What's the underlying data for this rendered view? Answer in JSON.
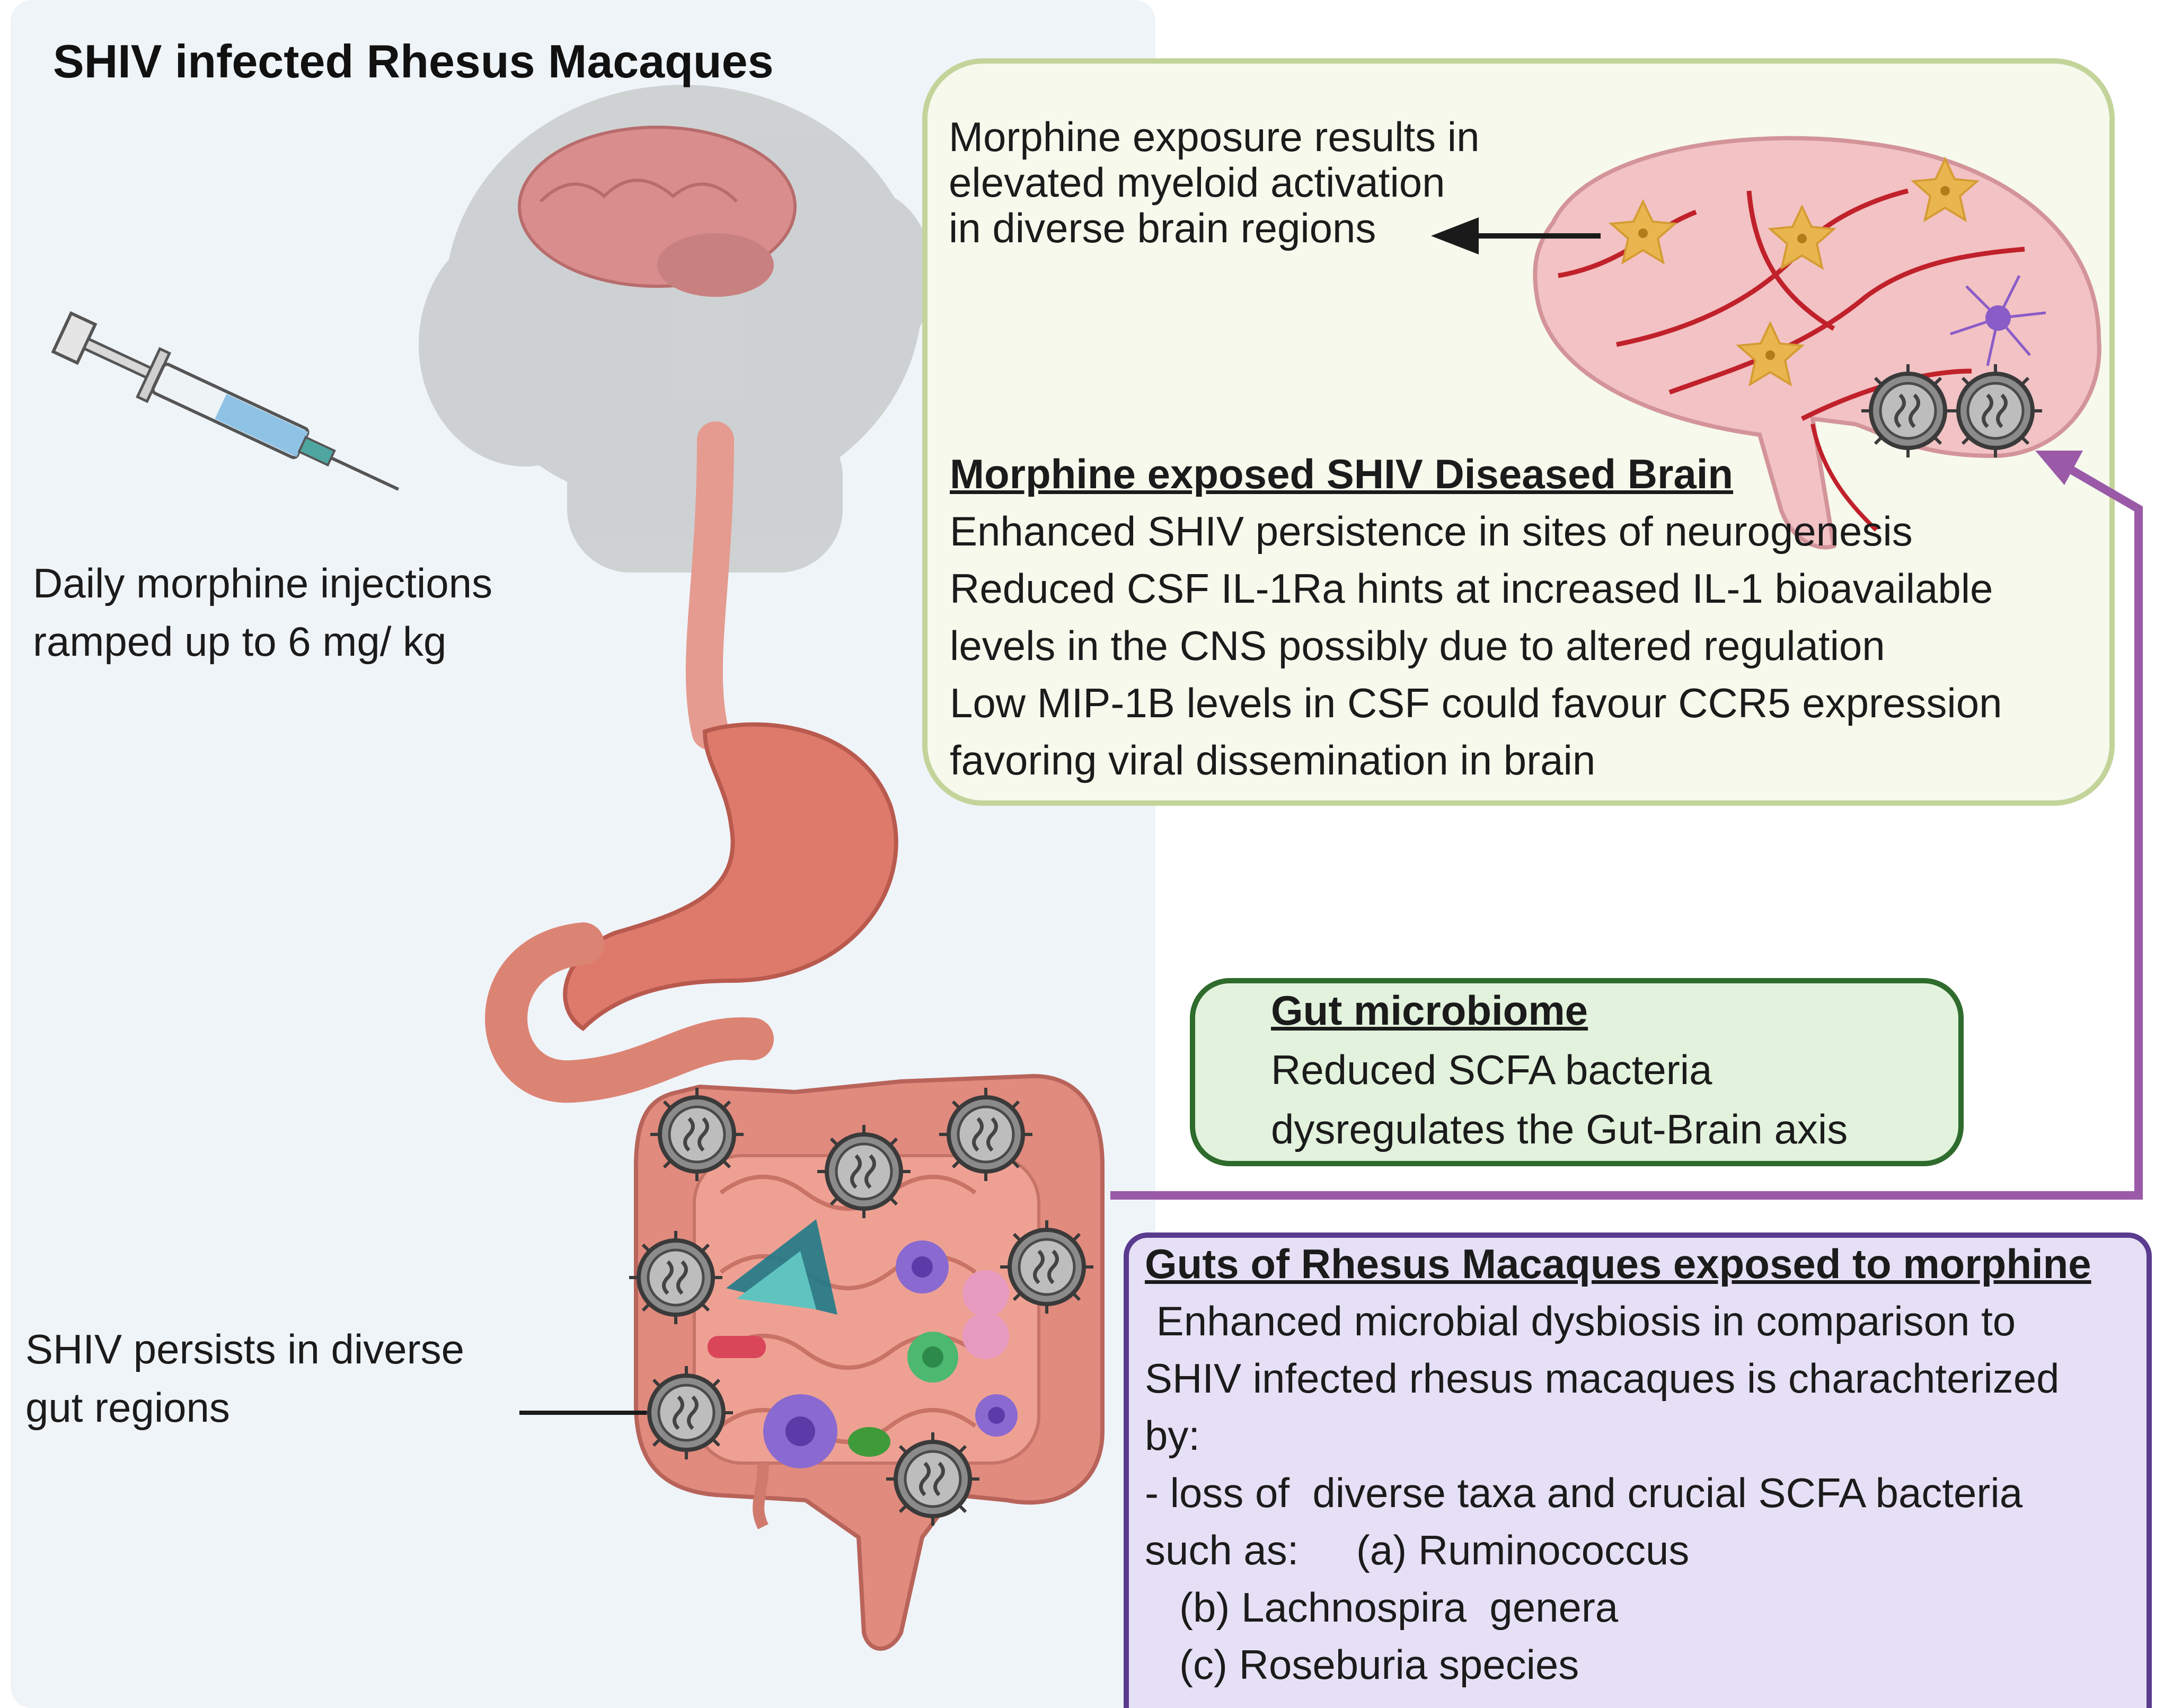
{
  "title": "SHIV infected Rhesus Macaques",
  "injection": {
    "line1": "Daily morphine injections",
    "line2": "ramped up to 6 mg/ kg"
  },
  "gut_note": {
    "line1": "SHIV persists in diverse",
    "line2": "gut regions"
  },
  "activation_note": {
    "lines": [
      "Morphine exposure results in",
      "elevated myeloid activation",
      "in diverse brain regions"
    ]
  },
  "brain_box": {
    "heading": "Morphine exposed SHIV Diseased Brain",
    "lines": [
      "Enhanced SHIV persistence in sites of neurogenesis",
      "Reduced  CSF  IL-1Ra hints at increased IL-1 bioavailable",
      "levels in the CNS possibly  due to altered regulation",
      "Low MIP-1B levels in CSF could  favour CCR5 expression",
      "favoring viral dissemination in brain"
    ]
  },
  "microbiome_box": {
    "heading": "Gut microbiome",
    "lines": [
      "Reduced SCFA bacteria",
      "dysregulates the  Gut-Brain  axis"
    ]
  },
  "gut_box": {
    "heading": "Guts of Rhesus Macaques exposed to morphine",
    "lines": [
      " Enhanced microbial dysbiosis in comparison to",
      "SHIV infected rhesus macaques is charachterized",
      "by:",
      "- loss of  diverse taxa and crucial SCFA bacteria",
      "such as:     (a) Ruminococcus",
      "   (b) Lachnospira  genera",
      "   (c) Roseburia species"
    ]
  },
  "colors": {
    "panel_bg": "#eff4f9",
    "brain_box_border": "#c3d49a",
    "brain_box_fill": "#f6f9ec",
    "microbiome_border": "#2e6b2c",
    "microbiome_fill": "#e2f2dc",
    "gut_box_border": "#5a3b8f",
    "gut_box_fill": "#e6e0f6",
    "arrow_purple": "#9a5aa8"
  },
  "icons": [
    "syringe-icon",
    "monkey-head-icon",
    "brain-icon",
    "esophagus-icon",
    "stomach-icon",
    "intestine-icon",
    "virus-icon",
    "microbe-icon"
  ]
}
